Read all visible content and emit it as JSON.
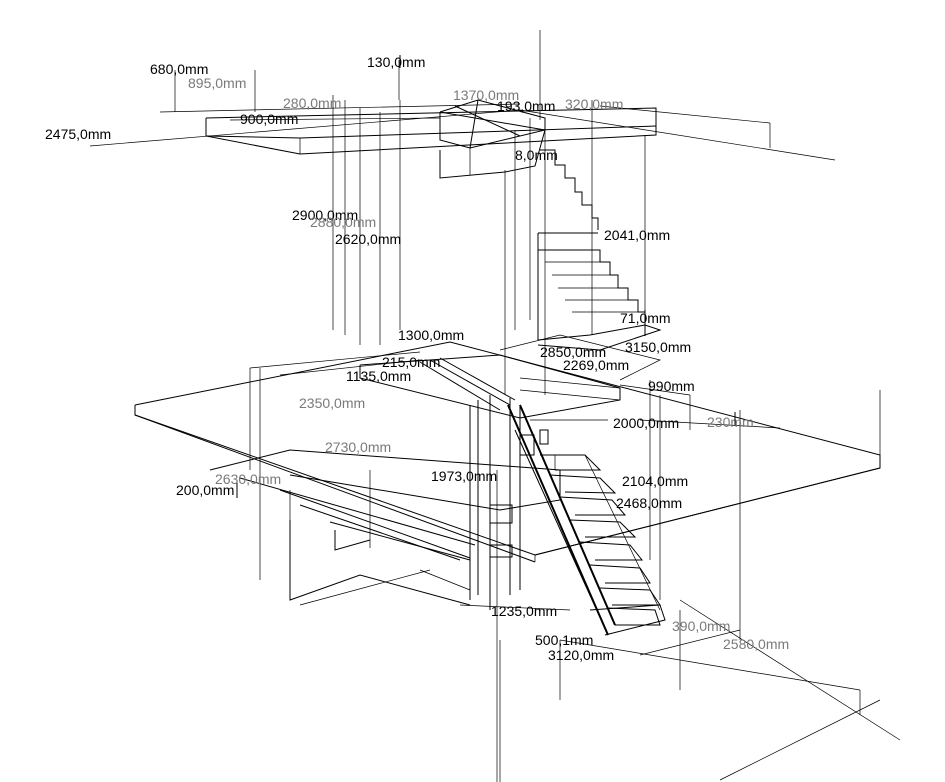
{
  "diagram": {
    "description_free": true,
    "dimensions": [
      {
        "key": "d01",
        "text": "680,0mm",
        "tone": "dark"
      },
      {
        "key": "d02",
        "text": "895,0mm",
        "tone": "gray"
      },
      {
        "key": "d03",
        "text": "130,0mm",
        "tone": "dark"
      },
      {
        "key": "d04",
        "text": "1370,0mm",
        "tone": "gray"
      },
      {
        "key": "d05",
        "text": "280,0mm",
        "tone": "gray"
      },
      {
        "key": "d06",
        "text": "193,0mm",
        "tone": "dark"
      },
      {
        "key": "d07",
        "text": "320,0mm",
        "tone": "gray"
      },
      {
        "key": "d08",
        "text": "900,0mm",
        "tone": "dark"
      },
      {
        "key": "d09",
        "text": "2475,0mm",
        "tone": "dark"
      },
      {
        "key": "d10",
        "text": "8,0mm",
        "tone": "dark"
      },
      {
        "key": "d11",
        "text": "2900,0mm",
        "tone": "dark"
      },
      {
        "key": "d12",
        "text": "2880,0mm",
        "tone": "gray"
      },
      {
        "key": "d13",
        "text": "2620,0mm",
        "tone": "dark"
      },
      {
        "key": "d14",
        "text": "2041,0mm",
        "tone": "dark"
      },
      {
        "key": "d15",
        "text": "1300,0mm",
        "tone": "dark"
      },
      {
        "key": "d16",
        "text": "2850,0mm",
        "tone": "dark"
      },
      {
        "key": "d17",
        "text": "3150,0mm",
        "tone": "dark"
      },
      {
        "key": "d18",
        "text": "2269,0mm",
        "tone": "dark"
      },
      {
        "key": "d19",
        "text": "1135,0mm",
        "tone": "dark"
      },
      {
        "key": "d20",
        "text": "2350,0mm",
        "tone": "gray"
      },
      {
        "key": "d21",
        "text": "990mm",
        "tone": "dark"
      },
      {
        "key": "d22",
        "text": "2000,0mm",
        "tone": "dark"
      },
      {
        "key": "d23",
        "text": "2730,0mm",
        "tone": "gray"
      },
      {
        "key": "d24",
        "text": "1973,0mm",
        "tone": "dark"
      },
      {
        "key": "d25",
        "text": "2104,0mm",
        "tone": "dark"
      },
      {
        "key": "d26",
        "text": "2630,0mm",
        "tone": "gray"
      },
      {
        "key": "d27",
        "text": "200,0mm",
        "tone": "dark"
      },
      {
        "key": "d28",
        "text": "2468,0mm",
        "tone": "dark"
      },
      {
        "key": "d29",
        "text": "1235,0mm",
        "tone": "dark"
      },
      {
        "key": "d30",
        "text": "390,0mm",
        "tone": "gray"
      },
      {
        "key": "d31",
        "text": "500,1mm",
        "tone": "dark"
      },
      {
        "key": "d32",
        "text": "3120,0mm",
        "tone": "dark"
      },
      {
        "key": "d33",
        "text": "2580,0mm",
        "tone": "gray"
      },
      {
        "key": "d34",
        "text": "215,0mm",
        "tone": "dark"
      },
      {
        "key": "d35",
        "text": "230mm",
        "tone": "gray"
      },
      {
        "key": "d36",
        "text": "71,0mm",
        "tone": "dark"
      }
    ]
  }
}
